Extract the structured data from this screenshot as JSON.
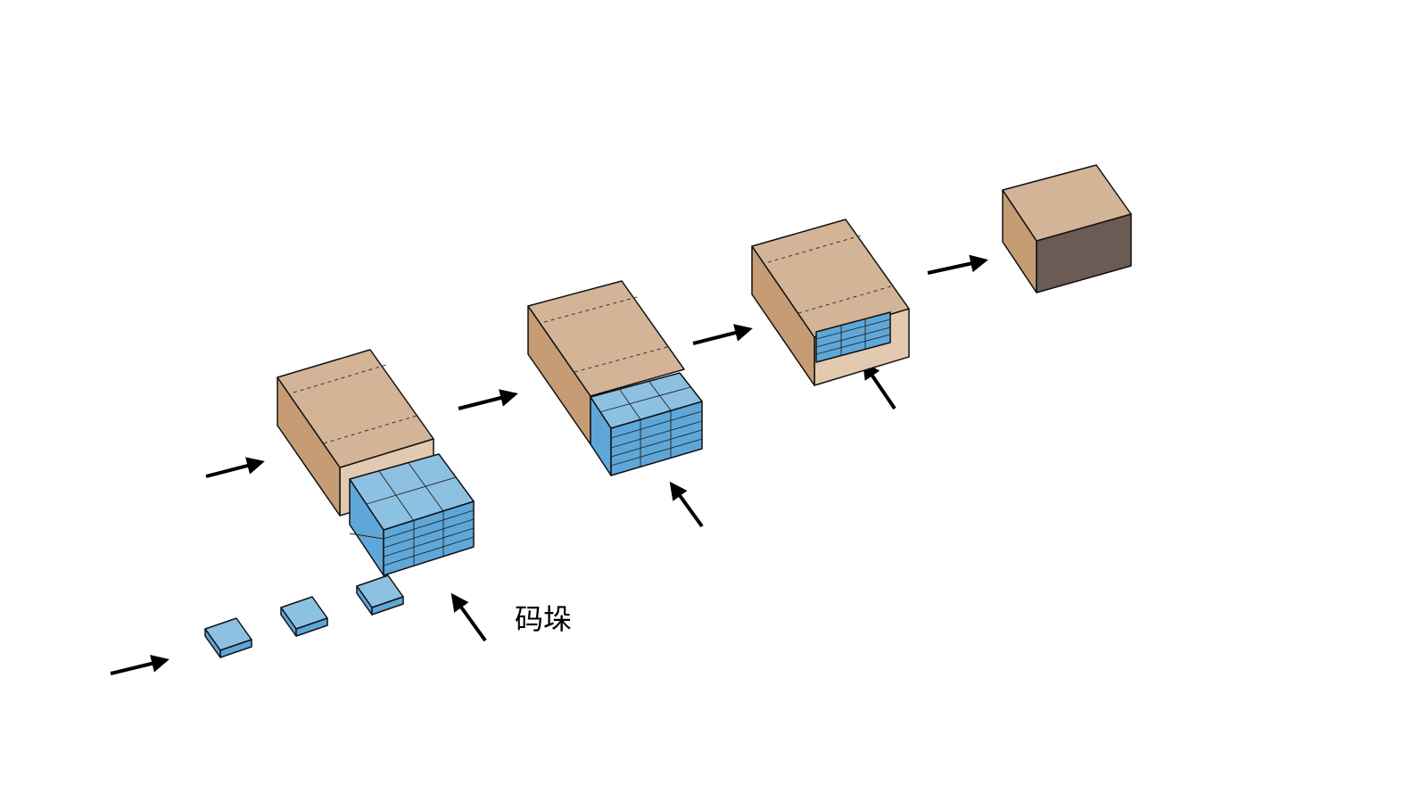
{
  "diagram": {
    "label": "码垛",
    "colors": {
      "box_top": "#d3b496",
      "box_side": "#c59c74",
      "box_inner": "#e2c9b0",
      "box_closed_side": "#6b5b54",
      "block_top": "#8dc1e2",
      "block_side": "#5ea7d8",
      "arrow": "#000000"
    },
    "steps": [
      "single-blocks",
      "stacking",
      "boxing",
      "sealing",
      "closed-box"
    ]
  }
}
